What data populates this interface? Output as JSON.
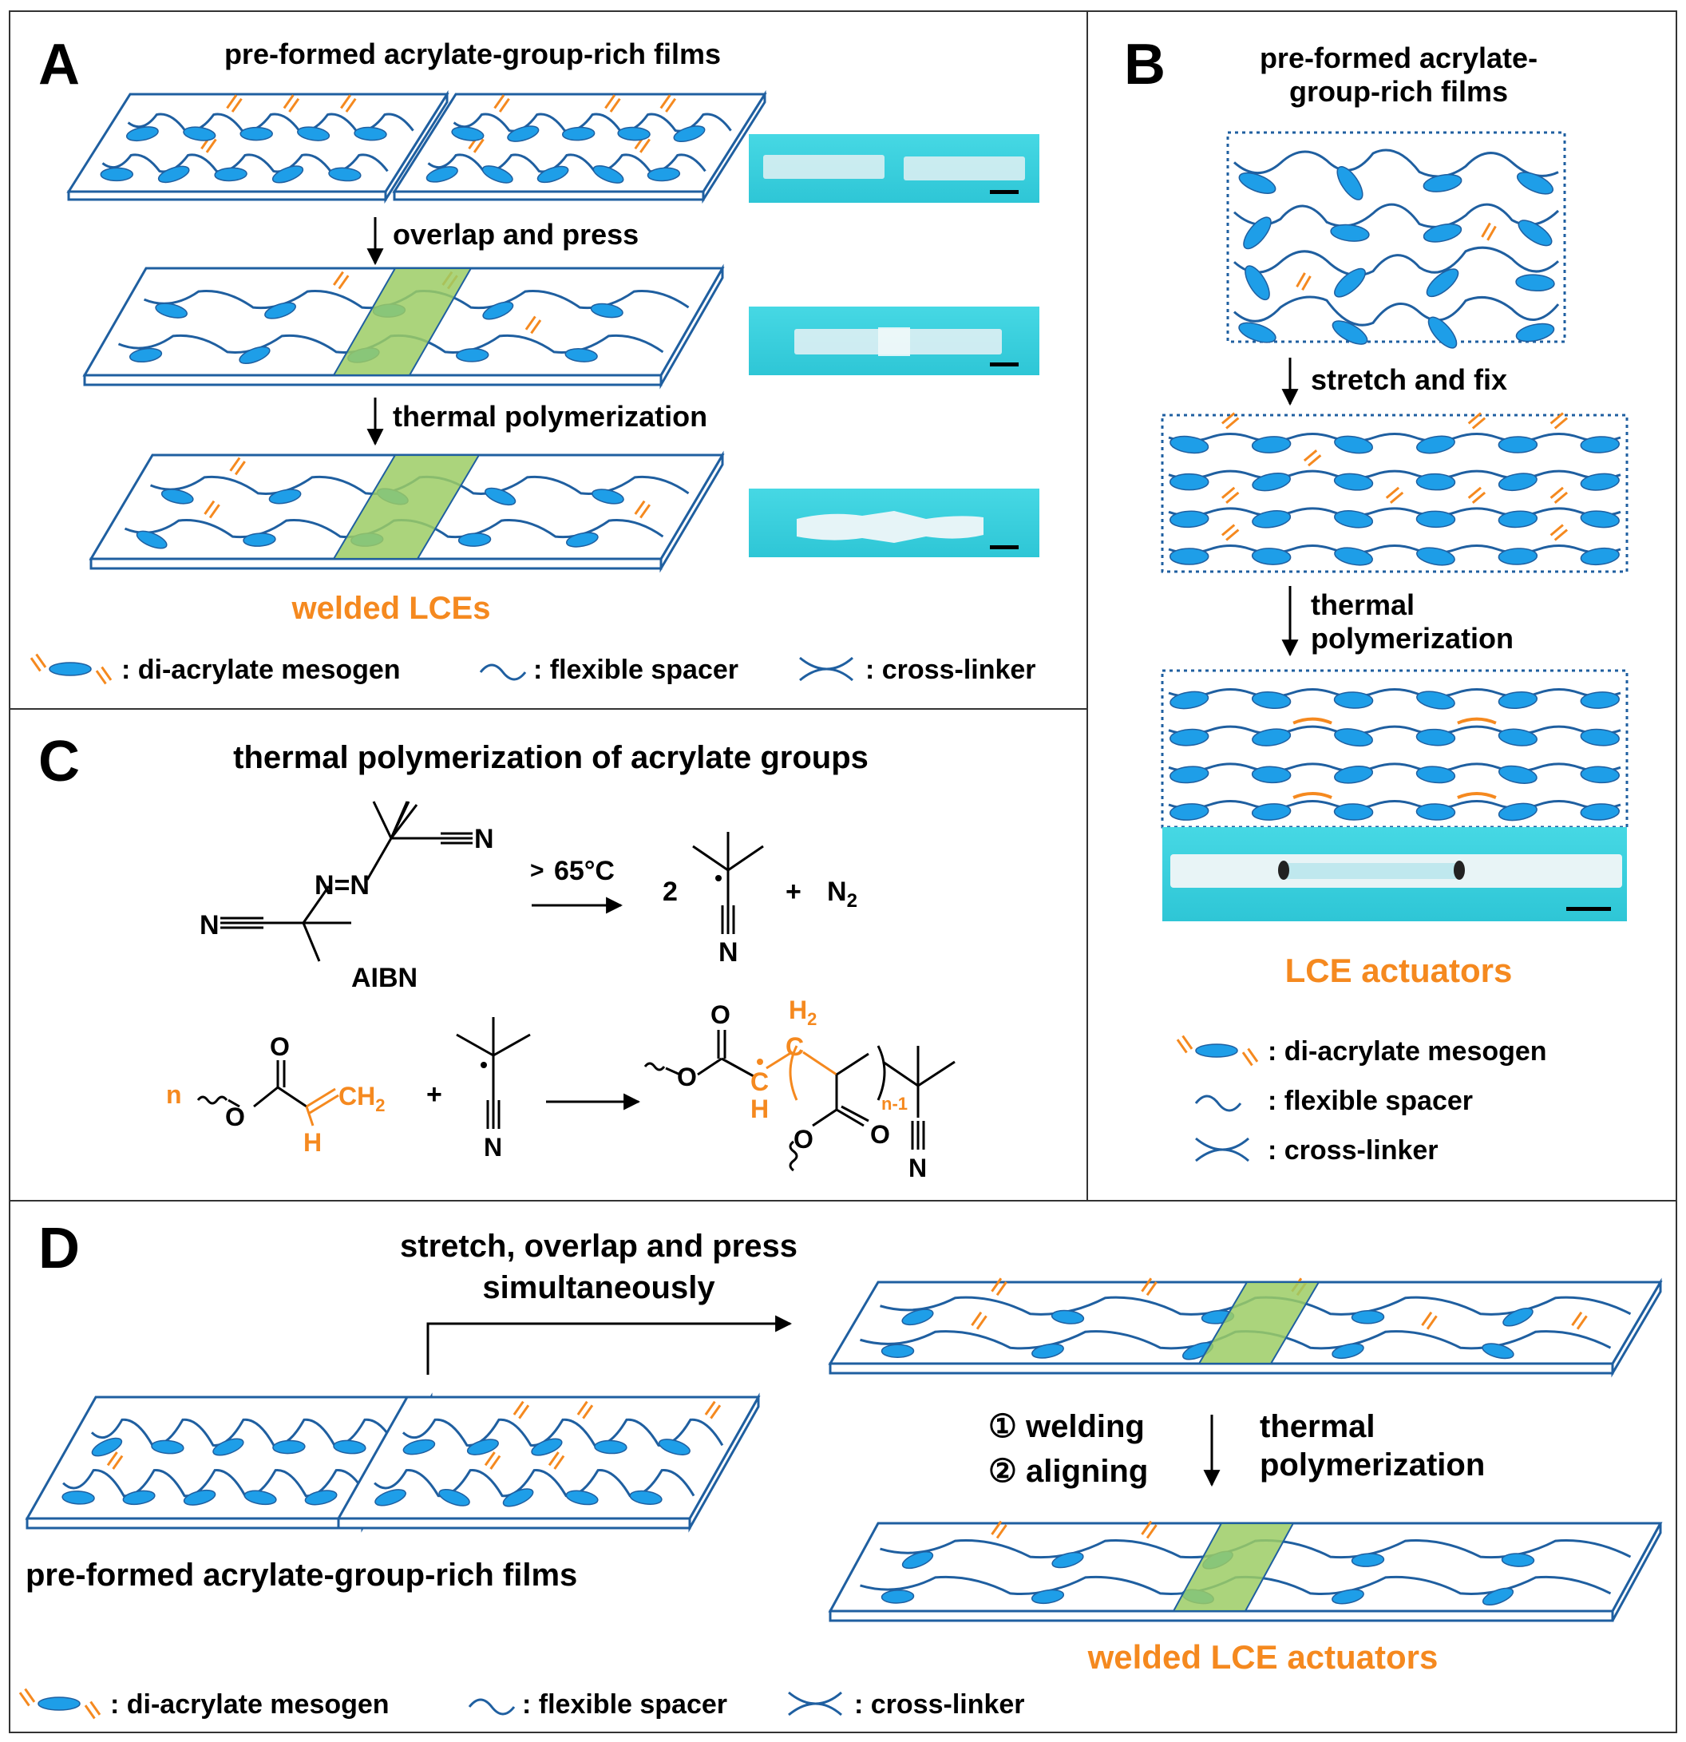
{
  "colors": {
    "blue": "#1f5fa0",
    "mesogen": "#1e9ee8",
    "orange": "#f5891f",
    "green": "#9ccc65",
    "photo_bg": "#3cd2df",
    "frame": "#333333"
  },
  "panel_a": {
    "letter": "A",
    "title": "pre-formed acrylate-group-rich films",
    "step1": "overlap and press",
    "step2": "thermal polymerization",
    "result": "welded LCEs"
  },
  "panel_b": {
    "letter": "B",
    "title_line1": "pre-formed acrylate-",
    "title_line2": "group-rich films",
    "step1": "stretch and fix",
    "step2_line1": "thermal",
    "step2_line2": "polymerization",
    "result": "LCE actuators"
  },
  "panel_c": {
    "letter": "C",
    "title": "thermal polymerization of acrylate groups",
    "temp": "65°C",
    "temp_sign": ">",
    "coef": "2",
    "plus": "+",
    "n2": "N",
    "n2_sub": "2",
    "aibn": "AIBN",
    "n_label": "n",
    "n_minus_1": "n-1",
    "atom_n": "N",
    "atom_o": "O",
    "atom_h": "H",
    "atom_c": "C",
    "ch2": "CH",
    "ch2_sub": "2",
    "h2": "H",
    "h2_sub": "2",
    "azo": "N=N"
  },
  "panel_d": {
    "letter": "D",
    "step_line1": "stretch, overlap and press",
    "step_line2": "simultaneously",
    "welding": "① welding",
    "aligning": "② aligning",
    "thermal_line1": "thermal",
    "thermal_line2": "polymerization",
    "films_label": "pre-formed acrylate-group-rich films",
    "result": "welded LCE actuators"
  },
  "legend": {
    "mesogen": ": di-acrylate mesogen",
    "spacer": ": flexible spacer",
    "crosslinker": ": cross-linker"
  }
}
